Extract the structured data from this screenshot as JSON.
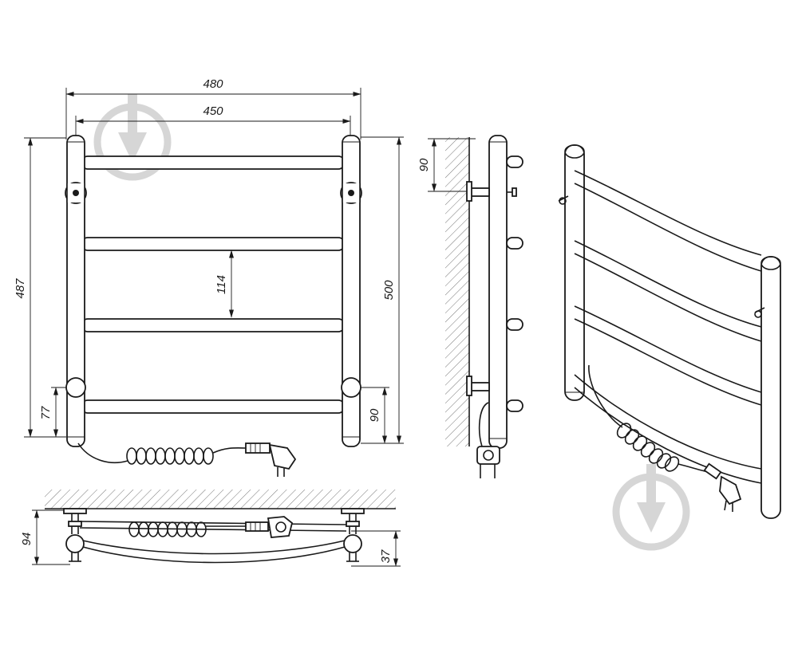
{
  "dimensions": {
    "overall_width": "480",
    "bar_spacing_width": "450",
    "left_height": "487",
    "right_height": "500",
    "rung_pitch": "114",
    "bottom_left_offset": "77",
    "bottom_right_offset": "90",
    "wall_offset_side": "90",
    "depth_top": "94",
    "depth_bottom": "37"
  },
  "colors": {
    "line": "#1a1a1a",
    "watermark": "#d6d6d6",
    "background": "#ffffff"
  },
  "watermark_icons": [
    "watermark-logo-icon",
    "watermark-logo-icon"
  ]
}
